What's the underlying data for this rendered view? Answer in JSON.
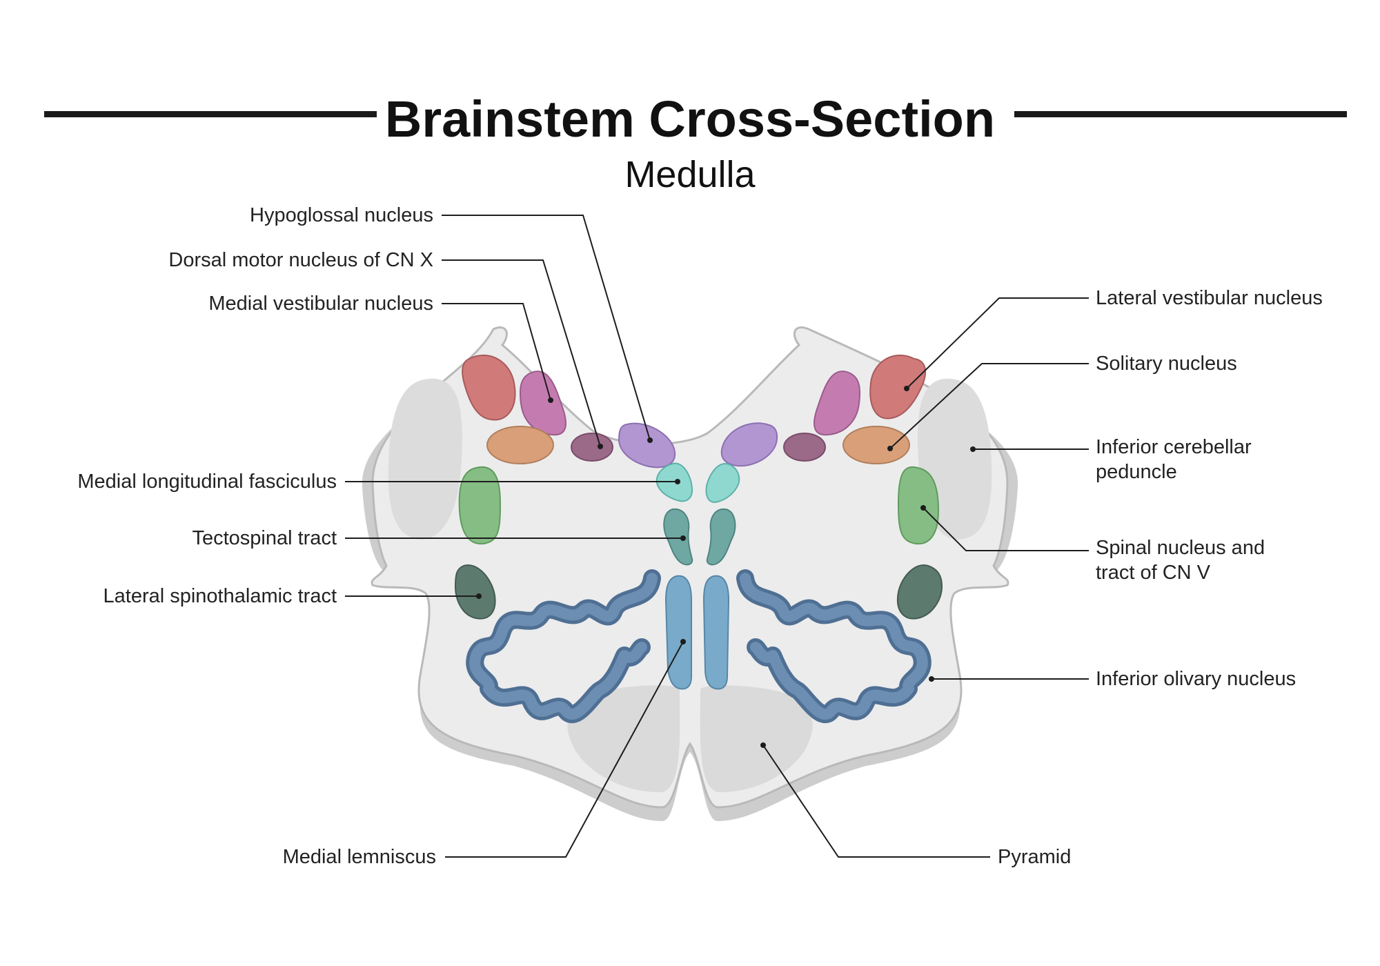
{
  "header": {
    "title": "Brainstem Cross-Section",
    "subtitle": "Medulla"
  },
  "labels": {
    "hypoglossal_nucleus": "Hypoglossal nucleus",
    "dorsal_motor_nucleus": "Dorsal motor nucleus of CN X",
    "medial_vestibular_nucleus": "Medial vestibular nucleus",
    "medial_longitudinal_fasciculus": "Medial longitudinal fasciculus",
    "tectospinal_tract": "Tectospinal tract",
    "lateral_spinothalamic_tract": "Lateral spinothalamic tract",
    "medial_lemniscus": "Medial lemniscus",
    "lateral_vestibular_nucleus": "Lateral vestibular nucleus",
    "solitary_nucleus": "Solitary nucleus",
    "inferior_cerebellar_peduncle": "Inferior cerebellar peduncle",
    "spinal_nucleus_cn_v": "Spinal nucleus and tract of CN V",
    "inferior_olivary_nucleus": "Inferior olivary nucleus",
    "pyramid": "Pyramid"
  },
  "colors": {
    "outline": "#b9b9b9",
    "tissue": "#ececed",
    "shadow": "#cdcdcd",
    "lateral_vestibular": "#d07a7a",
    "medial_vestibular": "#c47cb0",
    "solitary": "#d99f78",
    "dorsal_motor": "#9a6a88",
    "hypoglossal": "#b196d2",
    "mlf": "#8fd8d0",
    "tectospinal": "#6fa7a2",
    "spinal_v": "#86bd84",
    "spinothalamic": "#5d7a6e",
    "medial_lemniscus": "#79aac9",
    "inferior_olive": "#6c8eb3",
    "pyramid": "#dadada",
    "peduncle": "#dcdcdc"
  }
}
